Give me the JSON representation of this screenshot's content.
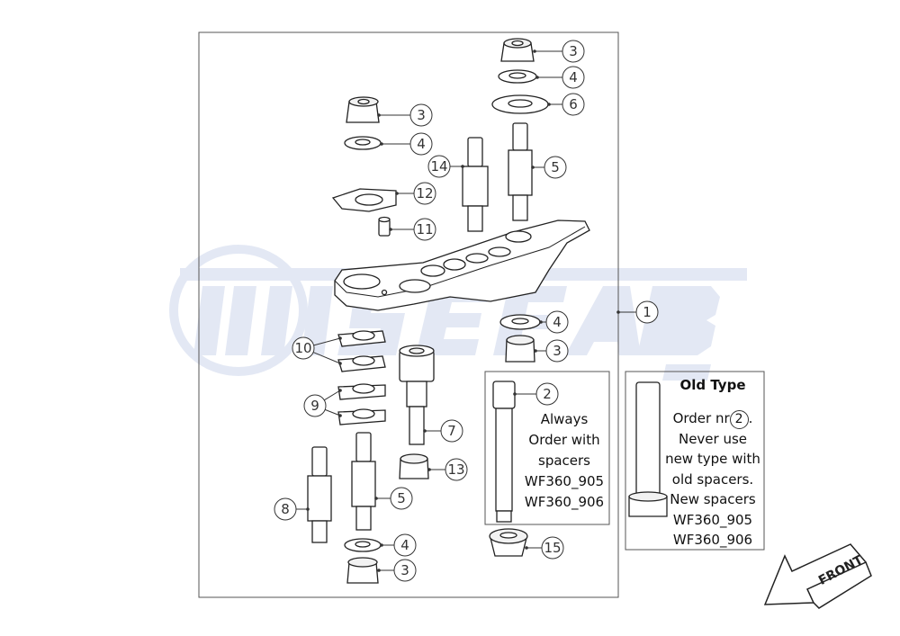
{
  "watermark": {
    "brand": "WISEFAB",
    "suffix": ".com",
    "color": "#c9d3ea"
  },
  "callouts": [
    "3",
    "4",
    "6",
    "5",
    "3",
    "4",
    "14",
    "12",
    "11",
    "1",
    "4",
    "3",
    "10",
    "9",
    "7",
    "13",
    "5",
    "8",
    "4",
    "3",
    "2",
    "15"
  ],
  "new_type_note": {
    "lines": [
      "Always",
      "Order with",
      "spacers",
      "WF360_905",
      "WF360_906"
    ]
  },
  "old_type_note": {
    "title": "Old Type",
    "order_prefix": "Order nr",
    "order_part": "2",
    "order_suffix": ".",
    "lines": [
      "Never use",
      "new type with",
      "old spacers.",
      "New spacers",
      "WF360_905",
      "WF360_906"
    ]
  },
  "front_arrow": {
    "label": "FRONT"
  }
}
